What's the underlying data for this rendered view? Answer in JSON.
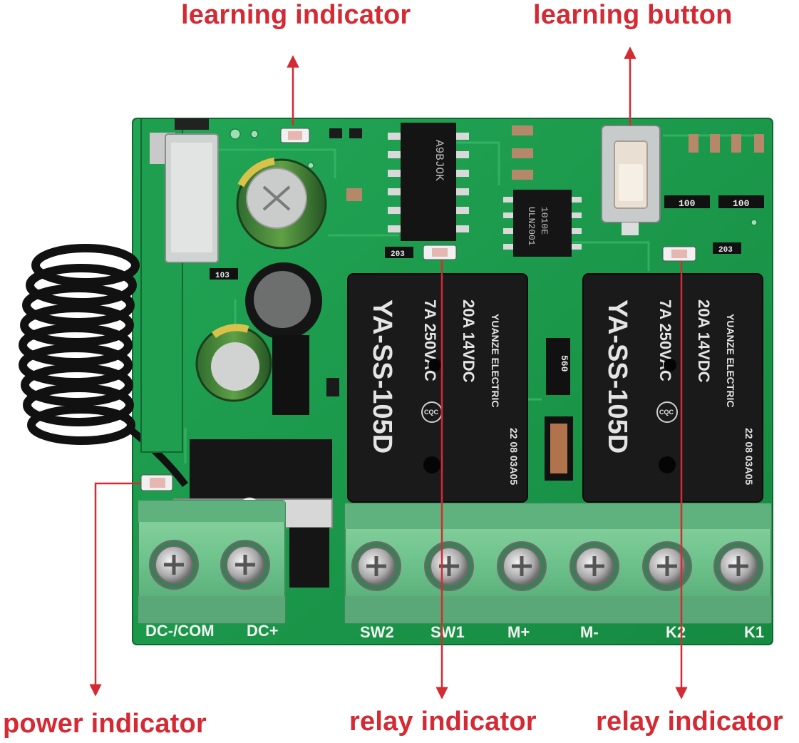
{
  "callouts": {
    "learning_indicator": "learning indicator",
    "learning_button": "learning button",
    "power_indicator": "power indicator",
    "relay_indicator_1": "relay indicator",
    "relay_indicator_2": "relay indicator"
  },
  "terminals": {
    "power": [
      "DC-/COM",
      "DC+"
    ],
    "outputs": [
      "SW2",
      "SW1",
      "M+",
      "M-",
      "K2",
      "K1"
    ]
  },
  "relay": {
    "model": "YA-SS-105D",
    "ac_rating": "7A 250VAC",
    "dc_rating": "20A 14VDC",
    "brand": "YUANZE ELECTRIC",
    "cert": "CQC",
    "date": "22 08 03A05"
  },
  "chips": {
    "ic_main": "A9BJOK",
    "ic_driver": "ULN2001",
    "ic_driver_code": "1010E"
  },
  "smd": {
    "resistor_array": "100",
    "res_203": "203",
    "res_103": "103",
    "res_560": "560"
  },
  "colors": {
    "callout": "#d42a34",
    "pcb": "#1c9a4c",
    "terminal": "#6cc28a",
    "relay": "#1a1a1a"
  }
}
